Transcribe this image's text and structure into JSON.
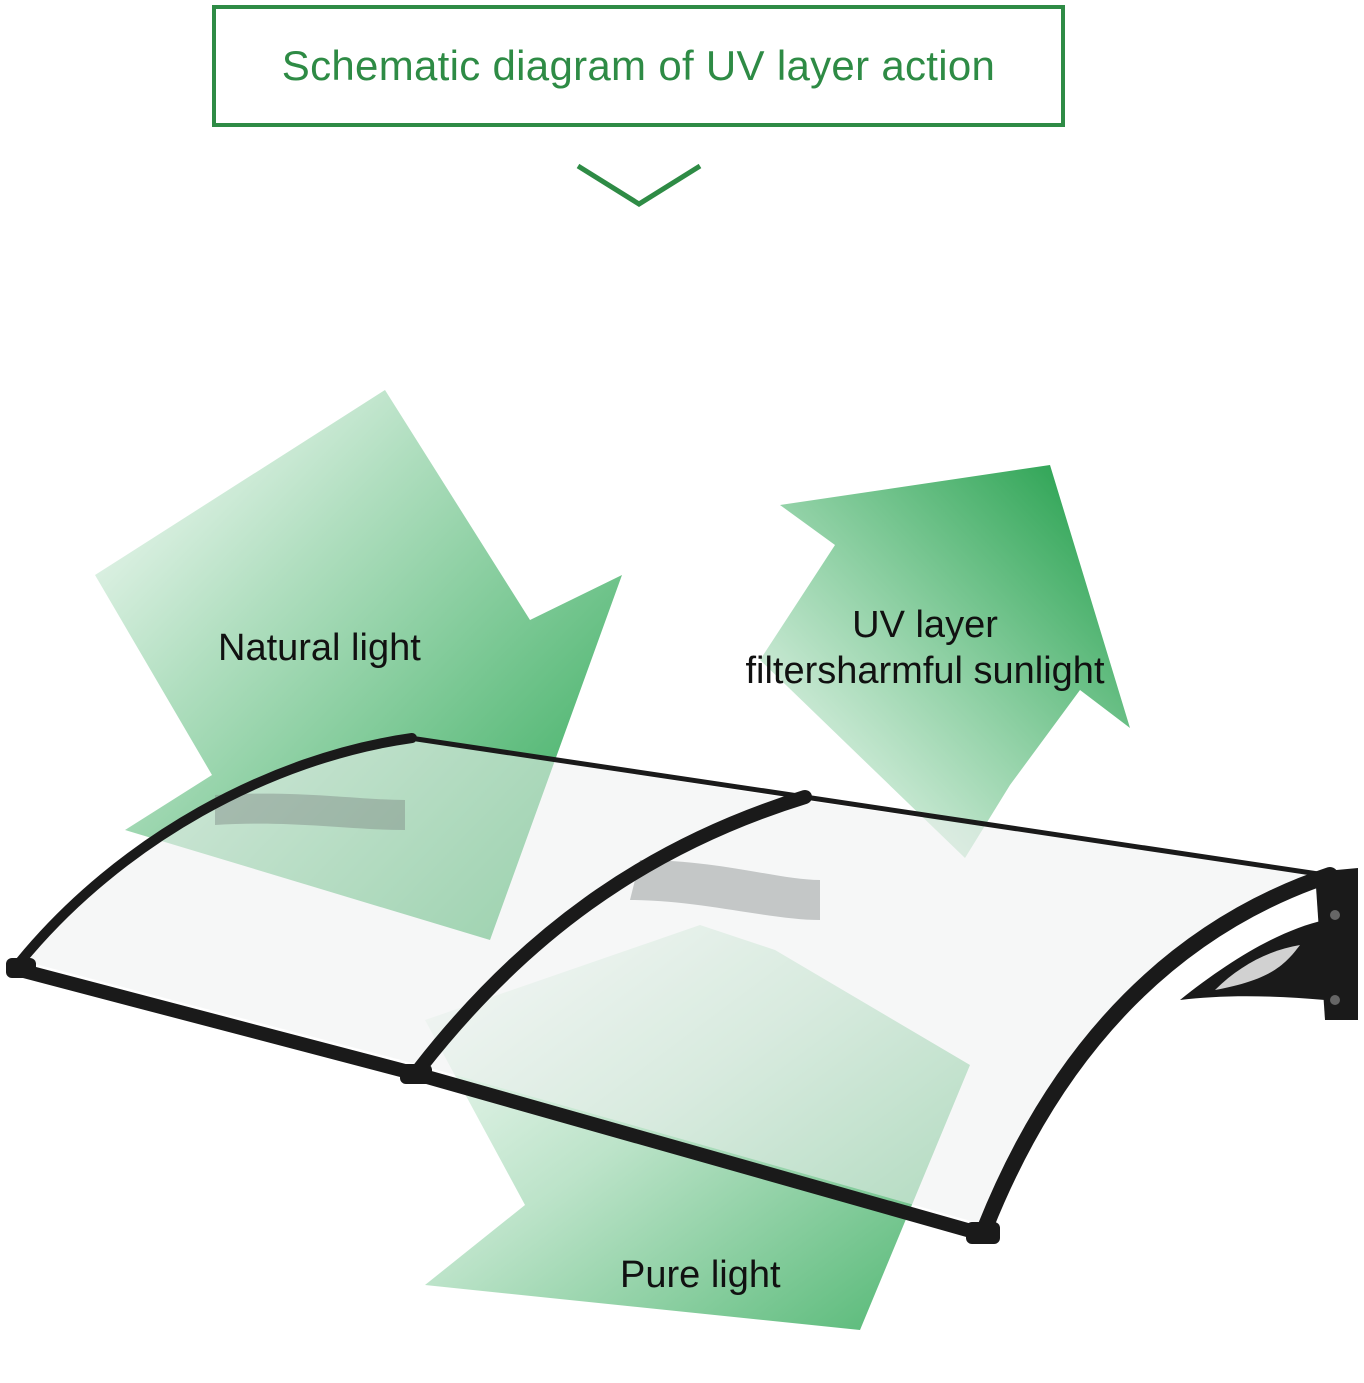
{
  "title": "Schematic diagram of UV layer action",
  "labels": {
    "natural": "Natural light",
    "uv_line1": "UV layer",
    "uv_line2": "filtersharmful sunlight",
    "pure": "Pure light"
  },
  "colors": {
    "accent_green": "#2e8b45",
    "arrow_green": "#1fa24a",
    "frame_black": "#1a1a1a"
  },
  "icons": {
    "down_chevron": "chevron-down-icon"
  }
}
